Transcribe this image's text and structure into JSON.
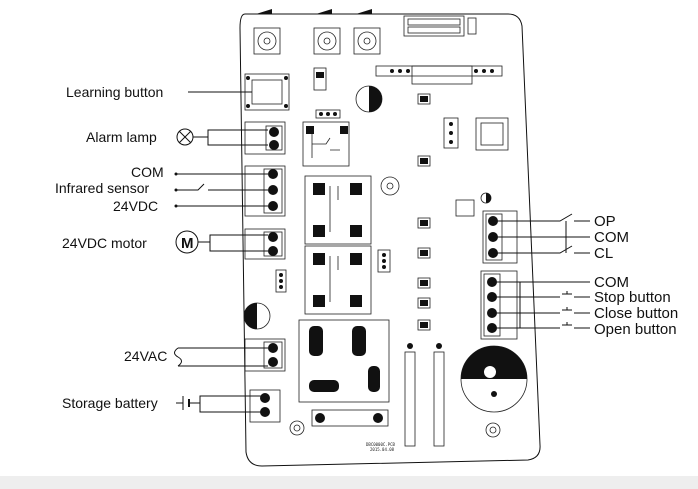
{
  "left_labels": {
    "learning_button": "Learning button",
    "alarm_lamp": "Alarm lamp",
    "com": "COM",
    "infrared_sensor": "Infrared sensor",
    "vdc24": "24VDC",
    "motor": "24VDC motor",
    "vac24": "24VAC",
    "battery": "Storage battery"
  },
  "right_labels": {
    "op": "OP",
    "com_top": "COM",
    "cl": "CL",
    "com_bottom": "COM",
    "stop": "Stop button",
    "close": "Close button",
    "open": "Open button"
  },
  "board": {
    "footer_line1": "DBC0000C.PCB",
    "footer_line2": "2015.04.08",
    "motor_symbol": "M"
  },
  "colors": {
    "ink": "#111111",
    "board_fill": "#ffffff"
  }
}
